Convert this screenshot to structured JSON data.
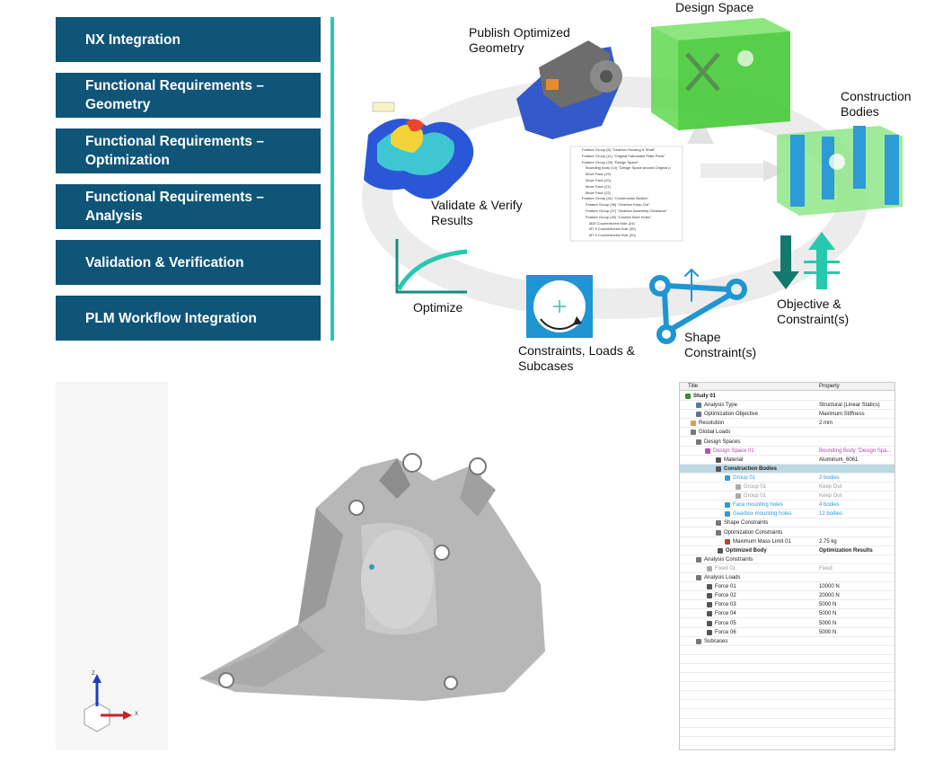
{
  "menu": {
    "items": [
      {
        "label": "NX Integration"
      },
      {
        "label": "Functional Requirements – Geometry"
      },
      {
        "label": "Functional Requirements – Optimization"
      },
      {
        "label": "Functional Requirements – Analysis"
      },
      {
        "label": "Validation & Verification"
      },
      {
        "label": "PLM Workflow Integration"
      }
    ]
  },
  "diagram": {
    "design_space": "Design Space",
    "publish": "Publish Optimized Geometry",
    "construction_bodies": "Construction Bodies",
    "validate": "Validate & Verify Results",
    "objective": "Objective & Constraint(s)",
    "optimize": "Optimize",
    "constraints_loads": "Constraints, Loads & Subcases",
    "shape_constraints": "Shape Constraint(s)",
    "feature_list": [
      "Feature Group (5) \"Gearbox Housing & Shaft\"",
      "Feature Group (11) \"Original Fabricated Plate Parts\"",
      "Feature Group (25) \"Design Space\"",
      "Bounding Body (14) \"Design Space around Original p",
      "Move Face (19)",
      "Move Face (20)",
      "Move Face (21)",
      "Move Face (22)",
      "Feature Group (41) \"Construction Bodies\"",
      "Feature Group (36) \"Gearbox Keep Out\"",
      "Feature Group (37) \"Gearbox Assembly Clearance\"",
      "Feature Group (40) \"Counter Bore Holes\"",
      "Ø25 Counterbored Hole (24)",
      "Ø7.5 Counterbored Hole (30)",
      "Ø7.5 Counterbored Hole (20)"
    ]
  },
  "tree": {
    "col_title": "Title",
    "col_property": "Property",
    "rows": [
      {
        "title": "Study 01",
        "property": ""
      },
      {
        "title": "Analysis Type",
        "property": "Structural (Linear Statics)"
      },
      {
        "title": "Optimization Objective",
        "property": "Maximum Stiffness"
      },
      {
        "title": "Resolution",
        "property": "2 mm"
      },
      {
        "title": "Global Loads",
        "property": ""
      },
      {
        "title": "Design Spaces",
        "property": ""
      },
      {
        "title": "Design Space 01",
        "property": "Bounding Body \"Design Spa..."
      },
      {
        "title": "Material",
        "property": "Aluminum_6061"
      },
      {
        "title": "Construction Bodies",
        "property": ""
      },
      {
        "title": "Group 01",
        "property": "2 bodies"
      },
      {
        "title": "Group 01",
        "property": "Keep Out"
      },
      {
        "title": "Group 01",
        "property": "Keep Out"
      },
      {
        "title": "Face mounting holes",
        "property": "4 bodies"
      },
      {
        "title": "Gearbox mounting holes",
        "property": "12 bodies"
      },
      {
        "title": "Shape Constraints",
        "property": ""
      },
      {
        "title": "Optimization Constraints",
        "property": ""
      },
      {
        "title": "Maximum Mass Limit 01",
        "property": "2.75 kg"
      },
      {
        "title": "Optimized Body",
        "property": "Optimization Results"
      },
      {
        "title": "Analysis Constraints",
        "property": ""
      },
      {
        "title": "Fixed 01",
        "property": "Fixed"
      },
      {
        "title": "Analysis Loads",
        "property": ""
      },
      {
        "title": "Force 01",
        "property": "10000 N"
      },
      {
        "title": "Force 02",
        "property": "20000 N"
      },
      {
        "title": "Force 03",
        "property": "5000 N"
      },
      {
        "title": "Force 04",
        "property": "5000 N"
      },
      {
        "title": "Force 05",
        "property": "5000 N"
      },
      {
        "title": "Force 06",
        "property": "5000 N"
      },
      {
        "title": "Subcases",
        "property": ""
      }
    ]
  },
  "axes": {
    "z": "Z",
    "x": "X"
  },
  "colors": {
    "menu_bg": "#0e5578",
    "accent": "#27c9ae",
    "design_green": "#5fd94f",
    "body_blue": "#2d9bd6"
  }
}
